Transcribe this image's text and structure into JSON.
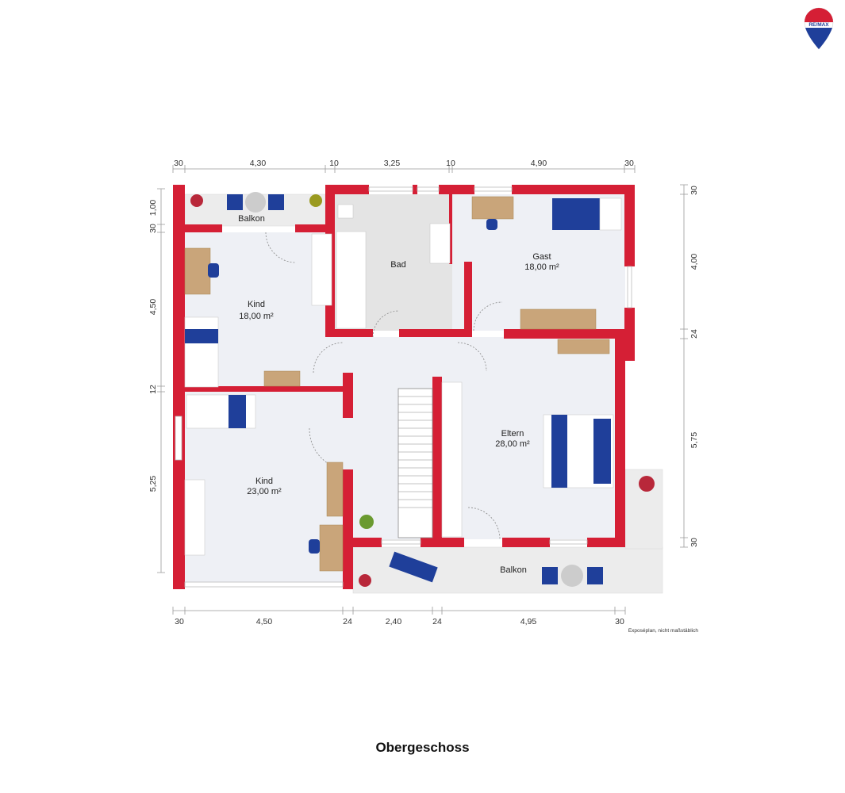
{
  "logo": {
    "text": "RE/MAX",
    "colors": {
      "red": "#d51f35",
      "blue": "#1f3f9a"
    }
  },
  "rooms": {
    "balkon_top": {
      "name": "Balkon"
    },
    "kind1": {
      "name": "Kind",
      "area": "18,00 m²"
    },
    "bad": {
      "name": "Bad"
    },
    "gast": {
      "name": "Gast",
      "area": "18,00 m²"
    },
    "kind2": {
      "name": "Kind",
      "area": "23,00 m²"
    },
    "eltern": {
      "name": "Eltern",
      "area": "28,00 m²"
    },
    "balkon_bottom": {
      "name": "Balkon"
    }
  },
  "dimensions": {
    "top": [
      "30",
      "4,30",
      "10",
      "3,25",
      "10",
      "4,90",
      "30"
    ],
    "bottom": [
      "30",
      "4,50",
      "24",
      "2,40",
      "24",
      "4,95",
      "30"
    ],
    "left": [
      "1,00",
      "30",
      "4,50",
      "12",
      "5,25"
    ],
    "right": [
      "30",
      "4,00",
      "24",
      "5,75",
      "30"
    ]
  },
  "note": "Exposéplan, nicht maßstäblich",
  "title": "Obergeschoss",
  "colors": {
    "wall": "#d51f35",
    "floor": "#eef0f5",
    "furniture_blue": "#1f3f9a"
  }
}
